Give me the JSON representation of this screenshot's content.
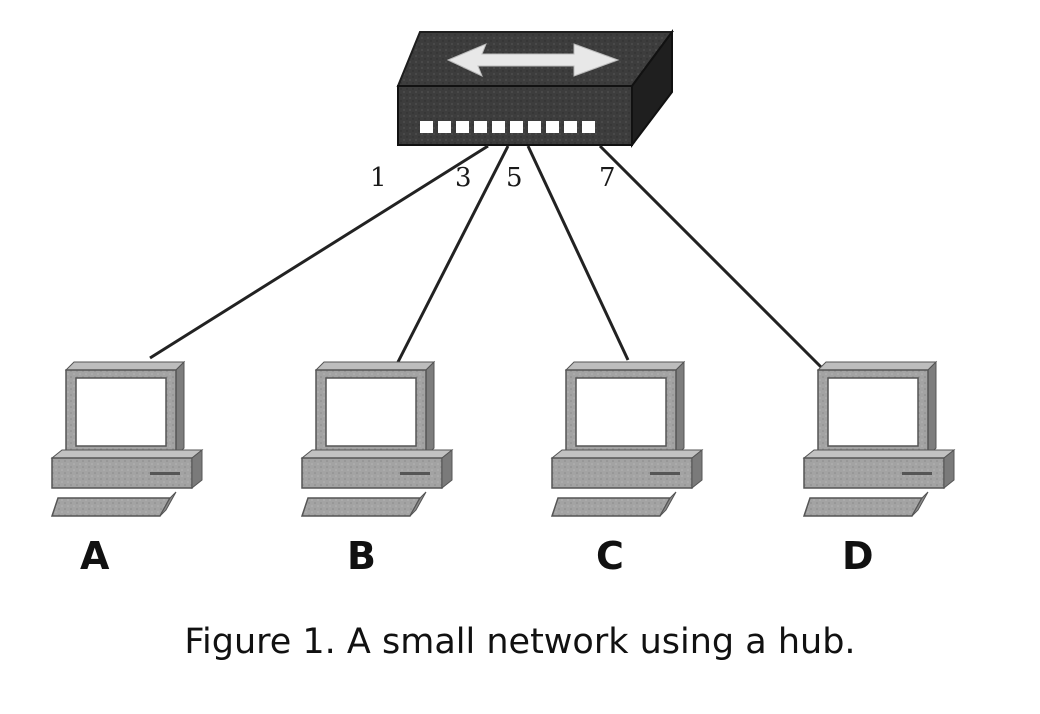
{
  "diagram": {
    "hub": {
      "port_labels": [
        "1",
        "3",
        "5",
        "7"
      ]
    },
    "computers": [
      {
        "label": "A"
      },
      {
        "label": "B"
      },
      {
        "label": "C"
      },
      {
        "label": "D"
      }
    ]
  },
  "caption": "Figure 1. A small network using a hub.",
  "colors": {
    "hub_top": "#3a3a3a",
    "hub_front": "#2b2b2b",
    "monitor_frame": "#9a9a9a",
    "screen": "#ffffff",
    "cable": "#222222"
  }
}
